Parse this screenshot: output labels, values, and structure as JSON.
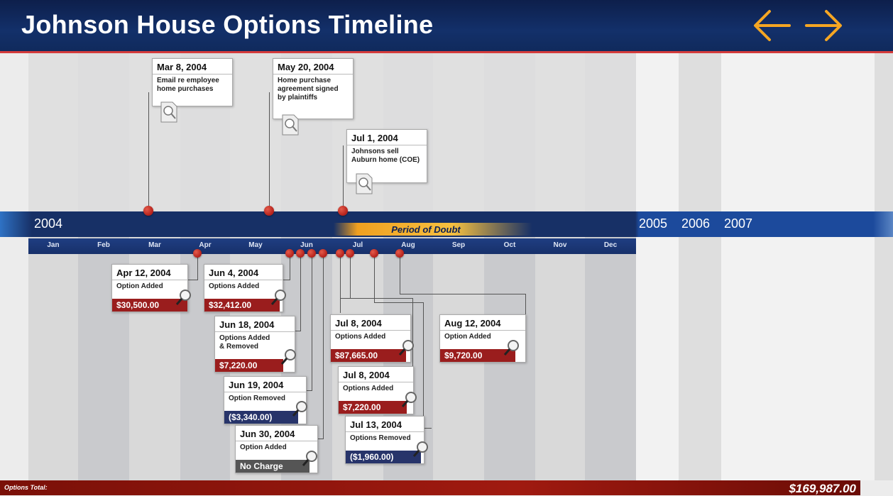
{
  "header": {
    "title": "Johnson House Options Timeline",
    "back_icon": "arrow-left-icon",
    "forward_icon": "arrow-right-icon",
    "arrow_color": "#f5a623"
  },
  "timeline": {
    "years": [
      "2004",
      "2005",
      "2006",
      "2007"
    ],
    "months": [
      "Jan",
      "Feb",
      "Mar",
      "Apr",
      "May",
      "Jun",
      "Jul",
      "Aug",
      "Sep",
      "Oct",
      "Nov",
      "Dec"
    ],
    "period_label": "Period of Doubt"
  },
  "events_top": [
    {
      "date": "Mar 8, 2004",
      "desc": "Email re employee home purchases"
    },
    {
      "date": "May 20, 2004",
      "desc": "Home purchase agreement signed by plaintiffs"
    },
    {
      "date": "Jul 1, 2004",
      "desc": "Johnsons sell Auburn home (COE)"
    }
  ],
  "options": [
    {
      "date": "Apr 12, 2004",
      "desc": "Option Added",
      "amount": "$30,500.00"
    },
    {
      "date": "Jun 4, 2004",
      "desc": "Options Added",
      "amount": "$32,412.00"
    },
    {
      "date": "Jun 18, 2004",
      "desc": "Options Added & Removed",
      "amount": "$7,220.00"
    },
    {
      "date": "Jun 19, 2004",
      "desc": "Option Removed",
      "amount": "($3,340.00)"
    },
    {
      "date": "Jun 30, 2004",
      "desc": "Option Added",
      "amount": "No Charge"
    },
    {
      "date": "Jul 8, 2004",
      "desc": "Options Added",
      "amount": "$87,665.00"
    },
    {
      "date": "Jul 8, 2004",
      "desc": "Options Added",
      "amount": "$7,220.00"
    },
    {
      "date": "Jul 13, 2004",
      "desc": "Options Removed",
      "amount": "($1,960.00)"
    },
    {
      "date": "Aug 12, 2004",
      "desc": "Option Added",
      "amount": "$9,720.00"
    }
  ],
  "footer": {
    "label": "Options Total:",
    "total": "$169,987.00"
  }
}
